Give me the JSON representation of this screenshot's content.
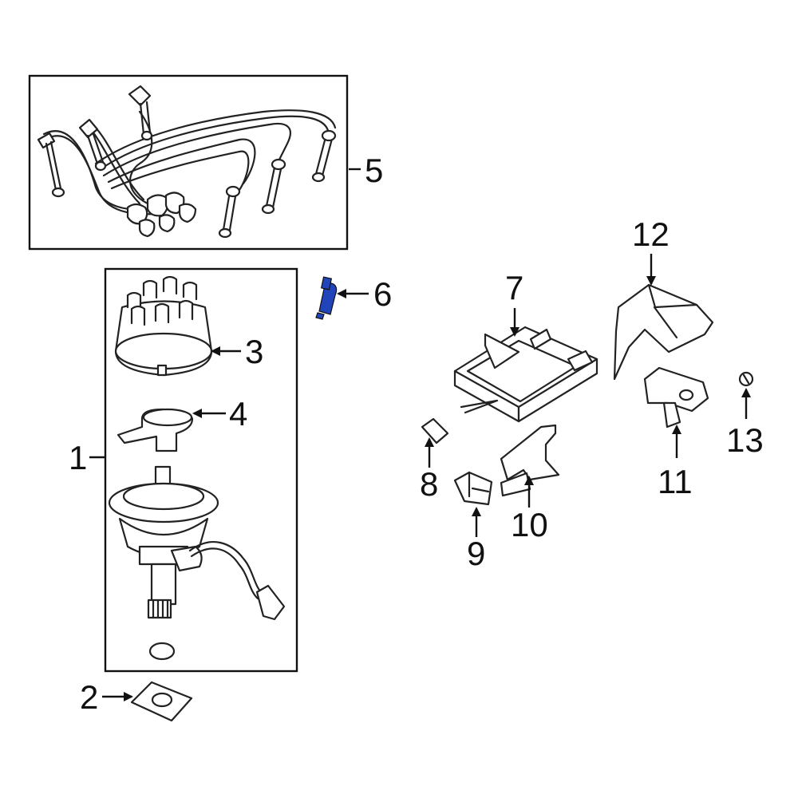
{
  "diagram": {
    "highlight_color": "#2244bb",
    "line_color": "#111111",
    "callouts": [
      "1",
      "2",
      "3",
      "4",
      "5",
      "6",
      "7",
      "8",
      "9",
      "10",
      "11",
      "12",
      "13"
    ]
  }
}
